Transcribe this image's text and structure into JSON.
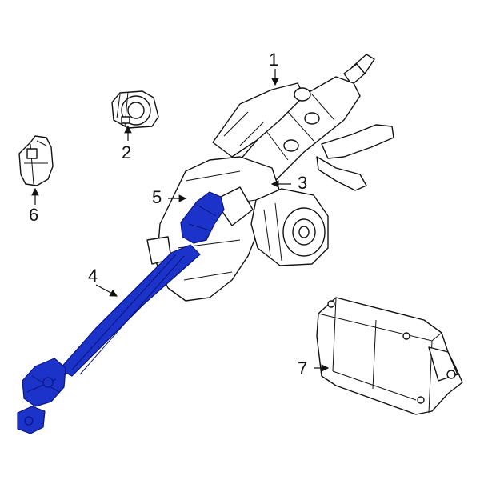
{
  "callouts": [
    {
      "id": "1",
      "label": "1"
    },
    {
      "id": "2",
      "label": "2"
    },
    {
      "id": "3",
      "label": "3"
    },
    {
      "id": "4",
      "label": "4"
    },
    {
      "id": "5",
      "label": "5"
    },
    {
      "id": "6",
      "label": "6"
    },
    {
      "id": "7",
      "label": "7"
    }
  ],
  "colors": {
    "highlight": "#1b33c8",
    "line": "#111111",
    "background": "#ffffff"
  },
  "highlighted_part": "4"
}
